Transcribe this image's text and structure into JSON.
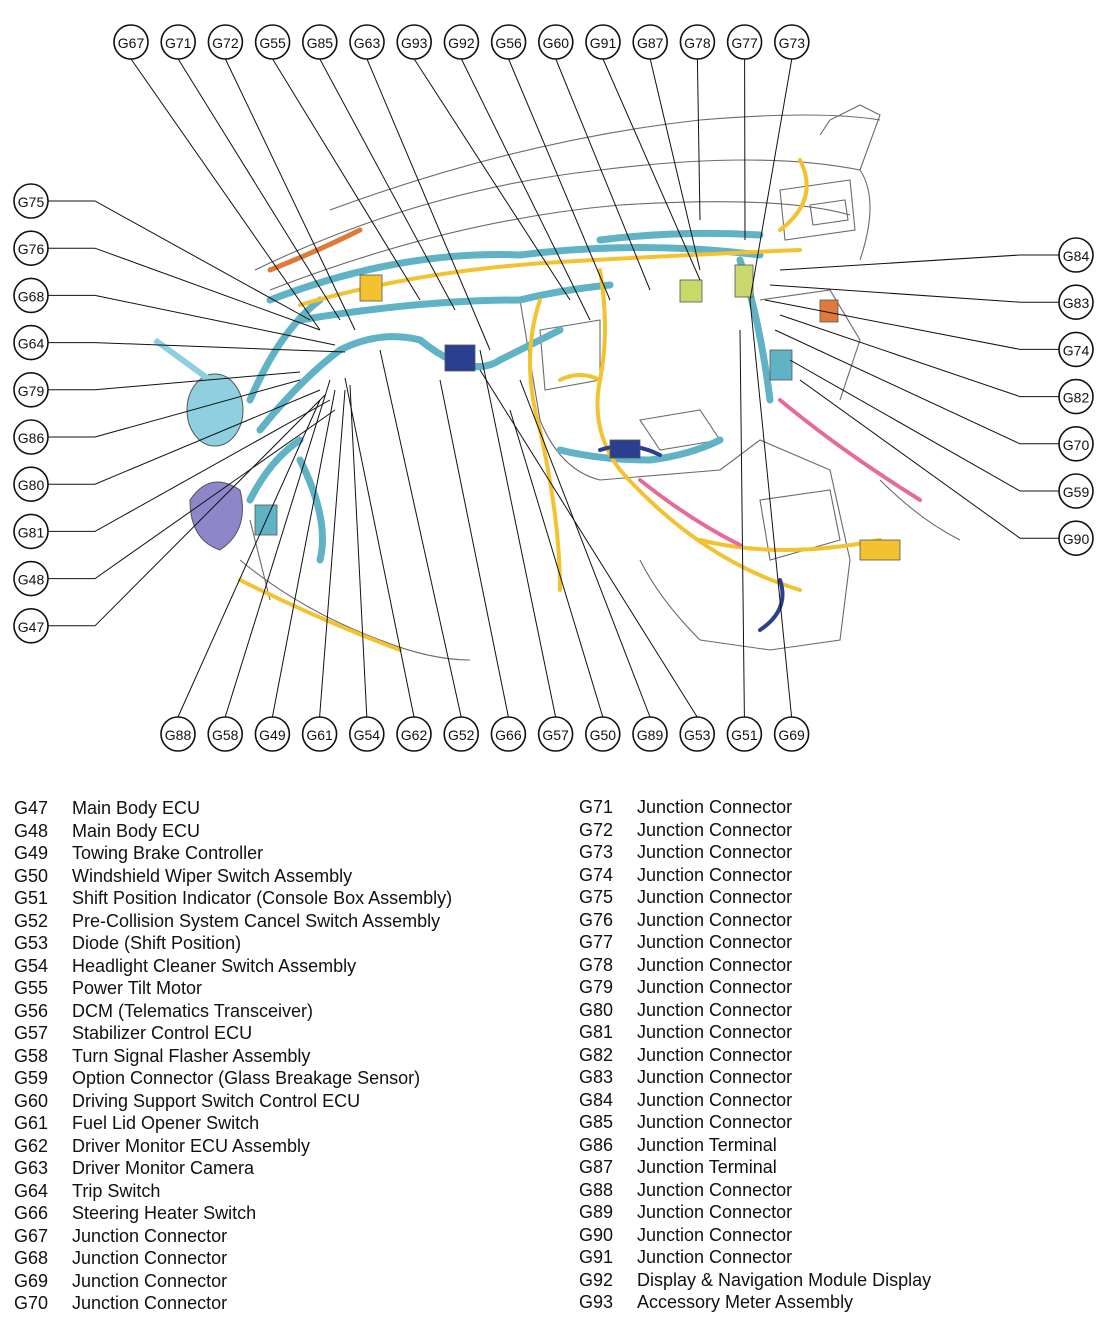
{
  "callouts": {
    "top": [
      "G67",
      "G71",
      "G72",
      "G55",
      "G85",
      "G63",
      "G93",
      "G92",
      "G56",
      "G60",
      "G91",
      "G87",
      "G78",
      "G77",
      "G73"
    ],
    "left": [
      "G75",
      "G76",
      "G68",
      "G64",
      "G79",
      "G86",
      "G80",
      "G81",
      "G48",
      "G47"
    ],
    "right": [
      "G84",
      "G83",
      "G74",
      "G82",
      "G70",
      "G59",
      "G90"
    ],
    "bottom": [
      "G88",
      "G58",
      "G49",
      "G61",
      "G54",
      "G62",
      "G52",
      "G66",
      "G57",
      "G50",
      "G89",
      "G53",
      "G51",
      "G69"
    ]
  },
  "legend_left": [
    {
      "code": "G47",
      "desc": "Main Body ECU"
    },
    {
      "code": "G48",
      "desc": "Main Body ECU"
    },
    {
      "code": "G49",
      "desc": "Towing Brake Controller"
    },
    {
      "code": "G50",
      "desc": "Windshield Wiper Switch Assembly"
    },
    {
      "code": "G51",
      "desc": "Shift Position Indicator (Console Box Assembly)"
    },
    {
      "code": "G52",
      "desc": "Pre-Collision System Cancel Switch Assembly"
    },
    {
      "code": "G53",
      "desc": "Diode (Shift Position)"
    },
    {
      "code": "G54",
      "desc": "Headlight Cleaner Switch Assembly"
    },
    {
      "code": "G55",
      "desc": "Power Tilt Motor"
    },
    {
      "code": "G56",
      "desc": "DCM (Telematics Transceiver)"
    },
    {
      "code": "G57",
      "desc": "Stabilizer Control ECU"
    },
    {
      "code": "G58",
      "desc": "Turn Signal Flasher Assembly"
    },
    {
      "code": "G59",
      "desc": "Option Connector (Glass Breakage Sensor)"
    },
    {
      "code": "G60",
      "desc": "Driving Support Switch Control ECU"
    },
    {
      "code": "G61",
      "desc": "Fuel Lid Opener Switch"
    },
    {
      "code": "G62",
      "desc": "Driver Monitor ECU Assembly"
    },
    {
      "code": "G63",
      "desc": "Driver Monitor Camera"
    },
    {
      "code": "G64",
      "desc": "Trip Switch"
    },
    {
      "code": "G66",
      "desc": "Steering Heater Switch"
    },
    {
      "code": "G67",
      "desc": "Junction Connector"
    },
    {
      "code": "G68",
      "desc": "Junction Connector"
    },
    {
      "code": "G69",
      "desc": "Junction Connector"
    },
    {
      "code": "G70",
      "desc": "Junction Connector"
    }
  ],
  "legend_right": [
    {
      "code": "G71",
      "desc": "Junction Connector"
    },
    {
      "code": "G72",
      "desc": "Junction Connector"
    },
    {
      "code": "G73",
      "desc": "Junction Connector"
    },
    {
      "code": "G74",
      "desc": "Junction Connector"
    },
    {
      "code": "G75",
      "desc": "Junction Connector"
    },
    {
      "code": "G76",
      "desc": "Junction Connector"
    },
    {
      "code": "G77",
      "desc": "Junction Connector"
    },
    {
      "code": "G78",
      "desc": "Junction Connector"
    },
    {
      "code": "G79",
      "desc": "Junction Connector"
    },
    {
      "code": "G80",
      "desc": "Junction Connector"
    },
    {
      "code": "G81",
      "desc": "Junction Connector"
    },
    {
      "code": "G82",
      "desc": "Junction Connector"
    },
    {
      "code": "G83",
      "desc": "Junction Connector"
    },
    {
      "code": "G84",
      "desc": "Junction Connector"
    },
    {
      "code": "G85",
      "desc": "Junction Connector"
    },
    {
      "code": "G86",
      "desc": "Junction Terminal"
    },
    {
      "code": "G87",
      "desc": "Junction Terminal"
    },
    {
      "code": "G88",
      "desc": "Junction Connector"
    },
    {
      "code": "G89",
      "desc": "Junction Connector"
    },
    {
      "code": "G90",
      "desc": "Junction Connector"
    },
    {
      "code": "G91",
      "desc": "Junction Connector"
    },
    {
      "code": "G92",
      "desc": "Display & Navigation Module Display"
    },
    {
      "code": "G93",
      "desc": "Accessory Meter Assembly"
    }
  ],
  "colors": {
    "harness_teal": "#5fb3c4",
    "harness_yellow": "#f2c230",
    "harness_orange": "#e07a3a",
    "harness_pink": "#e46b9a",
    "harness_navy": "#2a3f8f",
    "component_purple": "#8d86c9",
    "outline": "#555555"
  }
}
